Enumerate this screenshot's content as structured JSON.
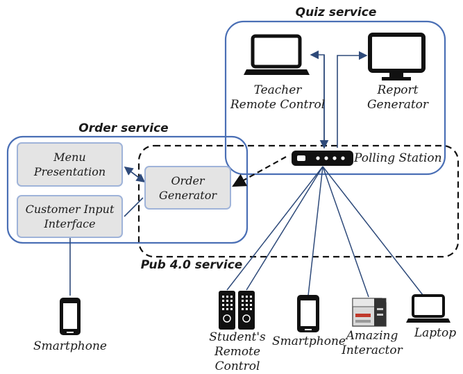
{
  "services": {
    "quiz": "Quiz service",
    "order": "Order service",
    "pub": "Pub 4.0 service"
  },
  "boxes": {
    "menu": "Menu Presentation",
    "customer_input": "Customer Input Interface",
    "order_generator": "Order Generator"
  },
  "devices": {
    "teacher_remote": "Teacher Remote Control",
    "report_generator": "Report Generator",
    "polling_station": "Polling Station",
    "smartphone_left": "Smartphone",
    "student_remote": "Student's Remote Control",
    "smartphone_right": "Smartphone",
    "amazing_interactor": "Amazing Interactor",
    "laptop": "Laptop"
  },
  "colors": {
    "container_border": "#4a6fb5",
    "box_fill": "#e4e4e4",
    "box_border": "#9fb3d9",
    "connector": "#2e4a7a",
    "icon": "#111111"
  }
}
